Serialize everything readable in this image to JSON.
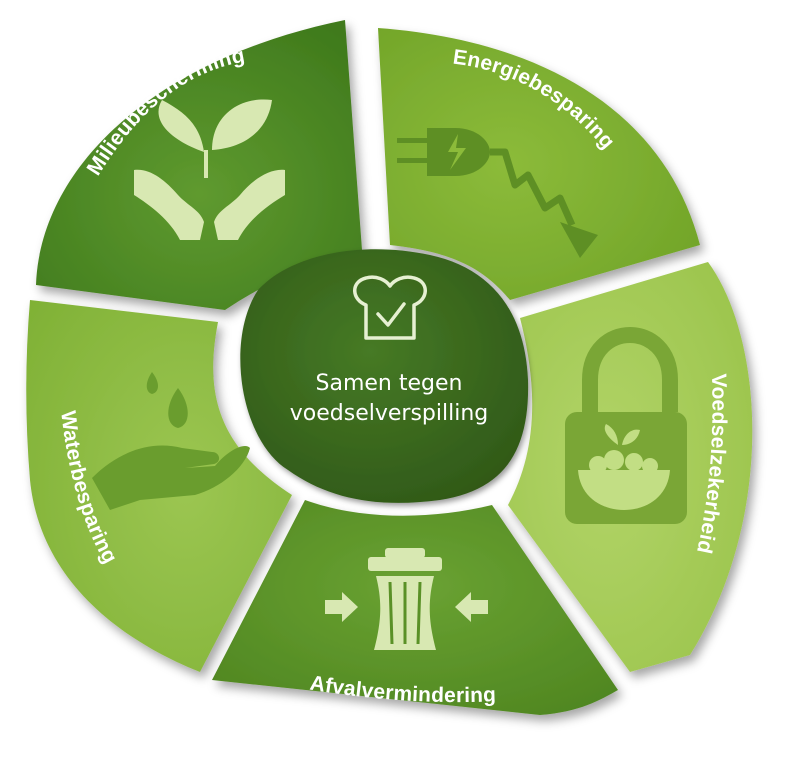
{
  "center": {
    "title_line1": "Samen tegen",
    "title_line2": "voedselverspilling",
    "icon": "bread-heart-check-icon"
  },
  "segments": [
    {
      "label": "Milieubescherming",
      "icon": "hands-with-leaves-icon",
      "color": "#4e8a23"
    },
    {
      "label": "Energiebesparing",
      "icon": "plug-down-arrow-icon",
      "color": "#7fb02f"
    },
    {
      "label": "Voedselzekerheid",
      "icon": "padlock-food-bowl-icon",
      "color": "#a8cd5c"
    },
    {
      "label": "Afvalvermindering",
      "icon": "compressed-trash-can-icon",
      "color": "#5a9127"
    },
    {
      "label": "Waterbesparing",
      "icon": "hand-water-drops-icon",
      "color": "#8cbc41"
    }
  ],
  "colors": {
    "center_fill": "#3c6a1f",
    "icon_tint": "#d8e8b2"
  }
}
